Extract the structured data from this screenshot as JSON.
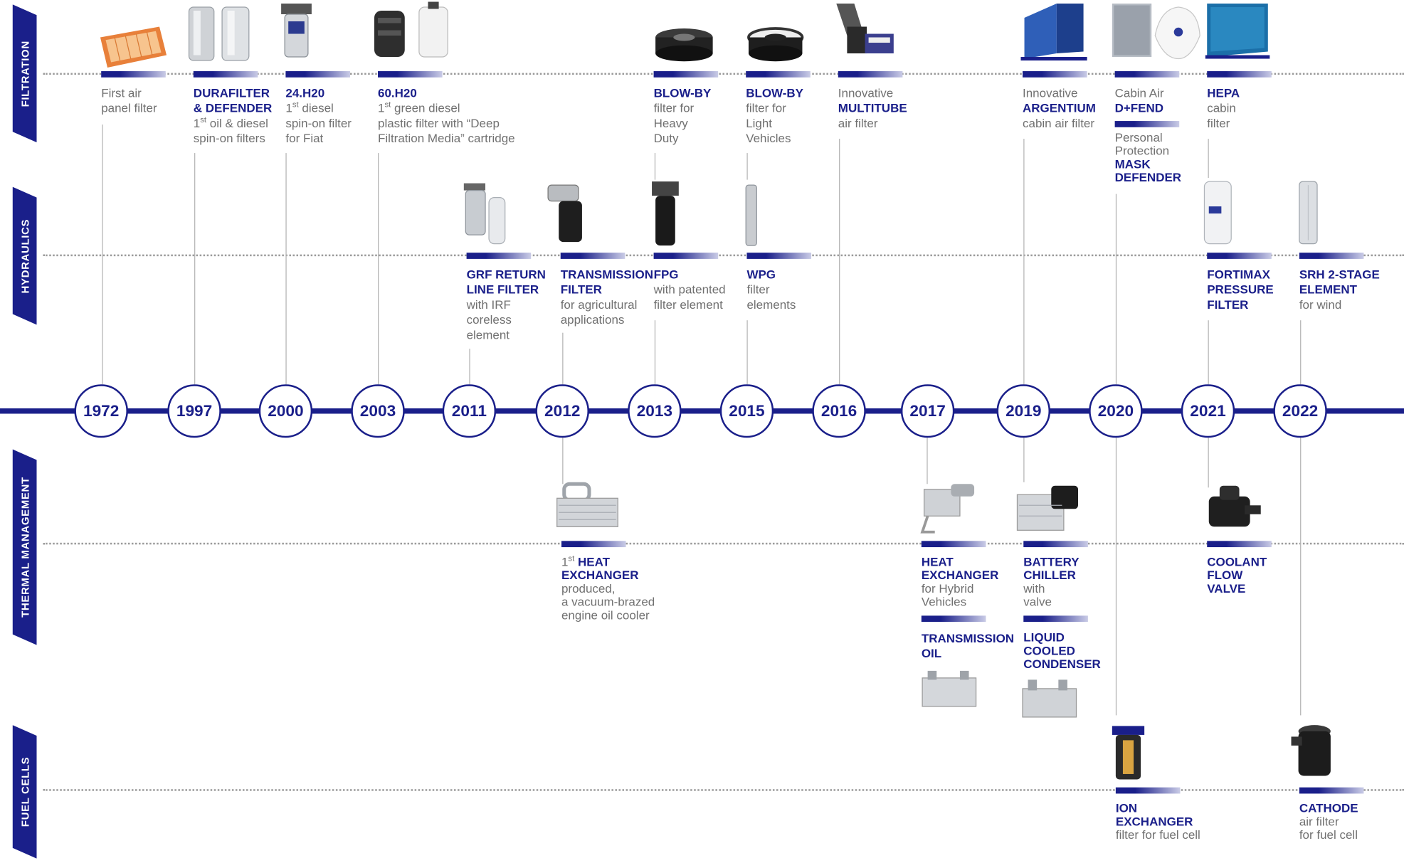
{
  "categories": {
    "filtration": "FILTRATION",
    "hydraulics": "HYDRAULICS",
    "thermal": "THERMAL MANAGEMENT",
    "fuel_cells": "FUEL CELLS"
  },
  "years": [
    "1972",
    "1997",
    "2000",
    "2003",
    "2011",
    "2012",
    "2013",
    "2015",
    "2016",
    "2017",
    "2019",
    "2020",
    "2021",
    "2022"
  ],
  "filtration": [
    {
      "pre": "",
      "title": "",
      "desc": "First air\npanel filter"
    },
    {
      "pre": "",
      "title": "DURAFILTER\n& DEFENDER",
      "sup": "st",
      "desc1": "1",
      "desc2": " oil & diesel\nspin-on filters"
    },
    {
      "pre": "",
      "title": "24.H20",
      "desc1": "1",
      "sup": "st",
      "desc2": " diesel\nspin-on filter\nfor Fiat"
    },
    {
      "pre": "",
      "title": "60.H20",
      "desc1": "1",
      "sup": "st",
      "desc2": " green diesel\nplastic filter with “Deep\nFiltration Media” cartridge"
    },
    {
      "pre": "",
      "title": "BLOW-BY",
      "desc": "filter for\nHeavy\nDuty"
    },
    {
      "pre": "",
      "title": "BLOW-BY",
      "desc": "filter for\nLight\nVehicles"
    },
    {
      "pre": "Innovative",
      "title": "MULTITUBE",
      "desc": "air filter"
    },
    {
      "pre": "Innovative",
      "title": "ARGENTIUM",
      "desc": "cabin air filter"
    },
    {
      "pre": "Cabin Air",
      "title": "D+FEND",
      "pre2": "Personal\nProtection",
      "title2": "MASK\nDEFENDER"
    },
    {
      "pre": "",
      "title": "HEPA",
      "desc": "cabin\nfilter"
    }
  ],
  "hydraulics": [
    {
      "title": "GRF RETURN\nLINE FILTER",
      "desc": "with IRF\ncoreless\nelement"
    },
    {
      "title": "TRANSMISSION\nFILTER",
      "desc": "for agricultural\napplications"
    },
    {
      "title": "FPG",
      "desc": "with patented\nfilter element"
    },
    {
      "title": "WPG",
      "desc": "filter\nelements"
    },
    {
      "title": "FORTIMAX\nPRESSURE\nFILTER",
      "desc": ""
    },
    {
      "title": "SRH 2-STAGE\nELEMENT",
      "desc": "for wind"
    }
  ],
  "thermal": [
    {
      "desc1": "1",
      "sup": "st",
      "title": "HEAT\nEXCHANGER",
      "desc": "produced,\na vacuum-brazed\nengine oil cooler"
    },
    {
      "title": "HEAT\nEXCHANGER",
      "desc": "for Hybrid\nVehicles",
      "title2": "TRANSMISSION\nOIL"
    },
    {
      "title": "BATTERY\nCHILLER",
      "desc": "with\nvalve",
      "title2": "LIQUID\nCOOLED\nCONDENSER"
    },
    {
      "title": "COOLANT\nFLOW\nVALVE"
    }
  ],
  "fuel_cells": [
    {
      "title": "ION\nEXCHANGER",
      "desc": "filter for fuel cell"
    },
    {
      "title": "CATHODE",
      "desc": "air filter\nfor fuel cell"
    }
  ],
  "colors": {
    "brand": "#1a1f8a",
    "text": "#707070",
    "line": "#b4b4b4"
  }
}
